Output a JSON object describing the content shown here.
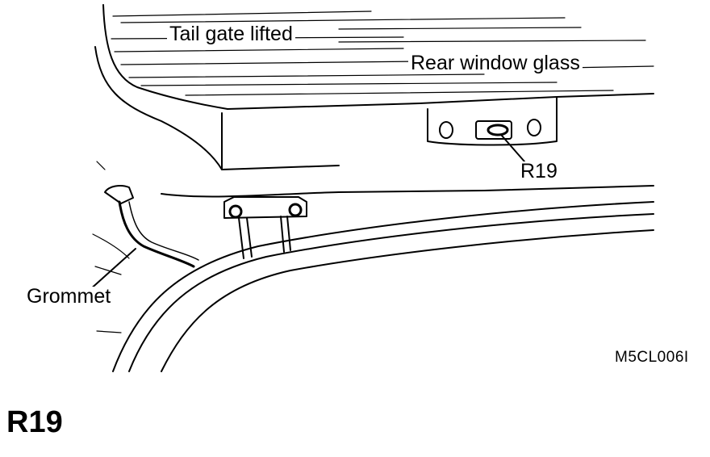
{
  "labels": {
    "tail_gate": "Tail gate lifted",
    "rear_window": "Rear window glass",
    "connector": "R19",
    "grommet": "Grommet",
    "figure_code": "M5CL006I"
  },
  "heading": "R19"
}
